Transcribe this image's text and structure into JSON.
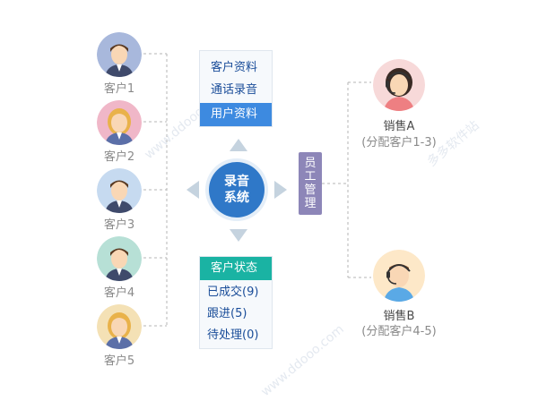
{
  "customers": [
    {
      "label": "客户1",
      "gender": "male",
      "bg": "#a8b8dc"
    },
    {
      "label": "客户2",
      "gender": "female",
      "bg": "#f0b7c8"
    },
    {
      "label": "客户3",
      "gender": "male",
      "bg": "#c6daf0"
    },
    {
      "label": "客户4",
      "gender": "male",
      "bg": "#b7e0d6"
    },
    {
      "label": "客户5",
      "gender": "female",
      "bg": "#f4e1b5"
    }
  ],
  "top_card": {
    "rows": [
      "客户资料",
      "通话录音"
    ],
    "highlight": "用户资料",
    "highlight_color": "#3d8ae0"
  },
  "hub": {
    "line1": "录音",
    "line2": "系统",
    "color": "#2f78c8"
  },
  "bottom_card": {
    "head": "客户状态",
    "head_color": "#1ab3a3",
    "rows": [
      "已成交(9)",
      "跟进(5)",
      "待处理(0)"
    ]
  },
  "staff": {
    "chars": [
      "员",
      "工",
      "管",
      "理"
    ],
    "color": "#8d86b8"
  },
  "agents": [
    {
      "name": "销售A",
      "sub": "(分配客户1-3)"
    },
    {
      "name": "销售B",
      "sub": "(分配客户4-5)"
    }
  ]
}
